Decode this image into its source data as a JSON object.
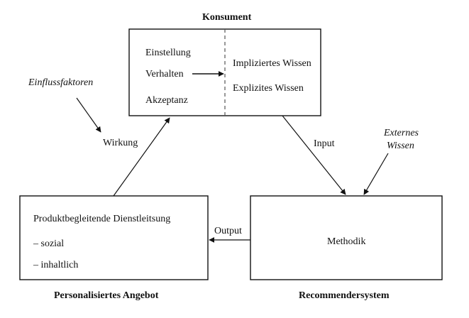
{
  "consumer": {
    "title": "Konsument",
    "left_items": [
      "Einstellung",
      "Verhalten",
      "Akzeptanz"
    ],
    "right_items": [
      "Impliziertes Wissen",
      "Explizites Wissen"
    ]
  },
  "influence": {
    "label": "Einflussfaktoren"
  },
  "effect": {
    "label": "Wirkung"
  },
  "input": {
    "label": "Input"
  },
  "external": {
    "line1": "Externes",
    "line2": "Wissen"
  },
  "offer": {
    "title": "Personalisiertes Angebot",
    "heading": "Produktbegleitende Dienstleitsung",
    "items": [
      "– sozial",
      "– inhaltlich"
    ]
  },
  "output": {
    "label": "Output"
  },
  "recommender": {
    "title": "Recommendersystem",
    "body": "Methodik"
  }
}
